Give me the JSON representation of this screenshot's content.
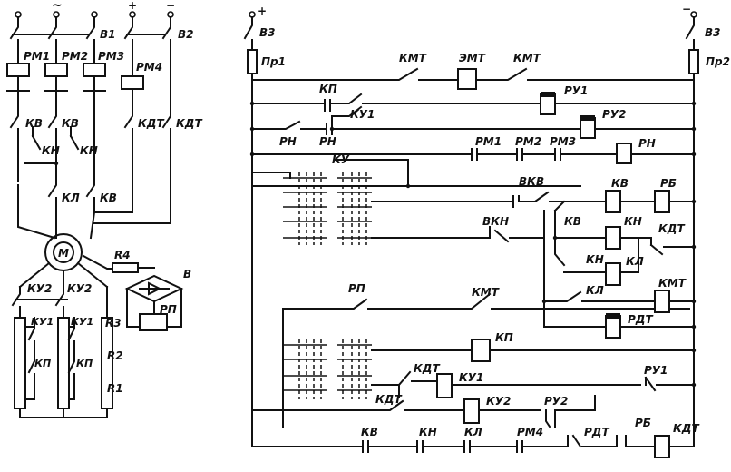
{
  "labels": {
    "pol": [
      "~",
      "+",
      "−",
      "+",
      "−"
    ],
    "sw": [
      "В1",
      "В2",
      "В3",
      "В3"
    ],
    "fuse": [
      "Пр1",
      "Пр2"
    ],
    "rm": [
      "РМ1",
      "РМ2",
      "РМ3",
      "РМ4"
    ],
    "motor": "М",
    "rect": "В",
    "res": [
      "R1",
      "R2",
      "R3",
      "R4"
    ],
    "kv": "КВ",
    "kn": "КН",
    "kl": "КЛ",
    "kdt": "КДТ",
    "kmt": "КМТ",
    "emt": "ЭМТ",
    "kp": "КП",
    "ku": "КУ",
    "ku1": "КУ1",
    "ku2": "КУ2",
    "rn": "РН",
    "ru1": "РУ1",
    "ru2": "РУ2",
    "vkv": "ВКВ",
    "vkn": "ВКН",
    "rp": "РП",
    "rb": "РБ",
    "rdt": "РДТ"
  }
}
